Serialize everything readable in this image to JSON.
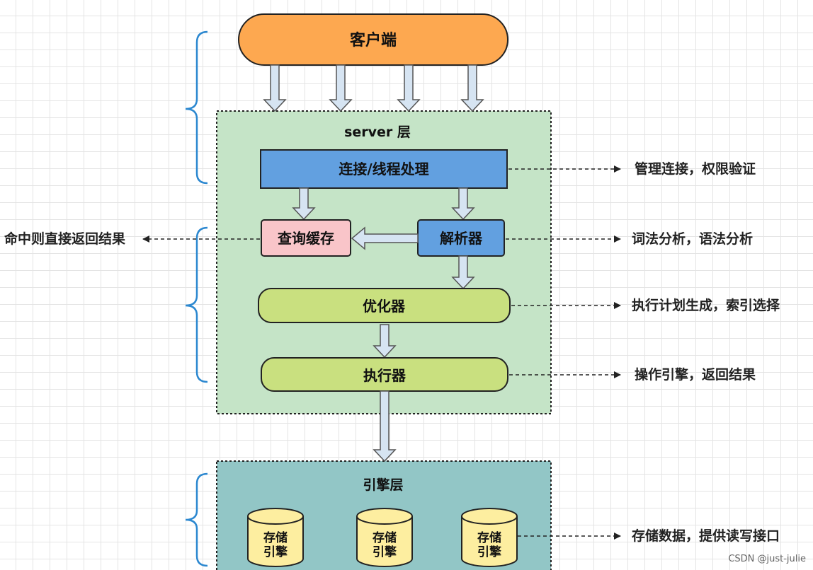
{
  "client": {
    "label": "客户端"
  },
  "server": {
    "title": "server 层",
    "connection": "连接/线程处理",
    "query_cache": "查询缓存",
    "parser": "解析器",
    "optimizer": "优化器",
    "executor": "执行器"
  },
  "engine": {
    "title": "引擎层",
    "storage_label_line1": "存储",
    "storage_label_line2": "引擎"
  },
  "annotations": {
    "connection": "管理连接，权限验证",
    "cache_hit": "命中则直接返回结果",
    "parser": "词法分析，语法分析",
    "optimizer": "执行计划生成，索引选择",
    "executor": "操作引擎，返回结果",
    "storage": "存储数据，提供读写接口"
  },
  "watermark": "CSDN @just-julie",
  "colors": {
    "client_fill": "#fda850",
    "server_fill": "#c5e4c7",
    "connection_fill": "#62a0e0",
    "cache_fill": "#f9c5c9",
    "green_fill": "#c9e07f",
    "engine_fill": "#92c6c6",
    "cylinder_fill": "#fdeea0",
    "brace": "#2c88d0",
    "arrow_fill": "#d6e4f2"
  }
}
